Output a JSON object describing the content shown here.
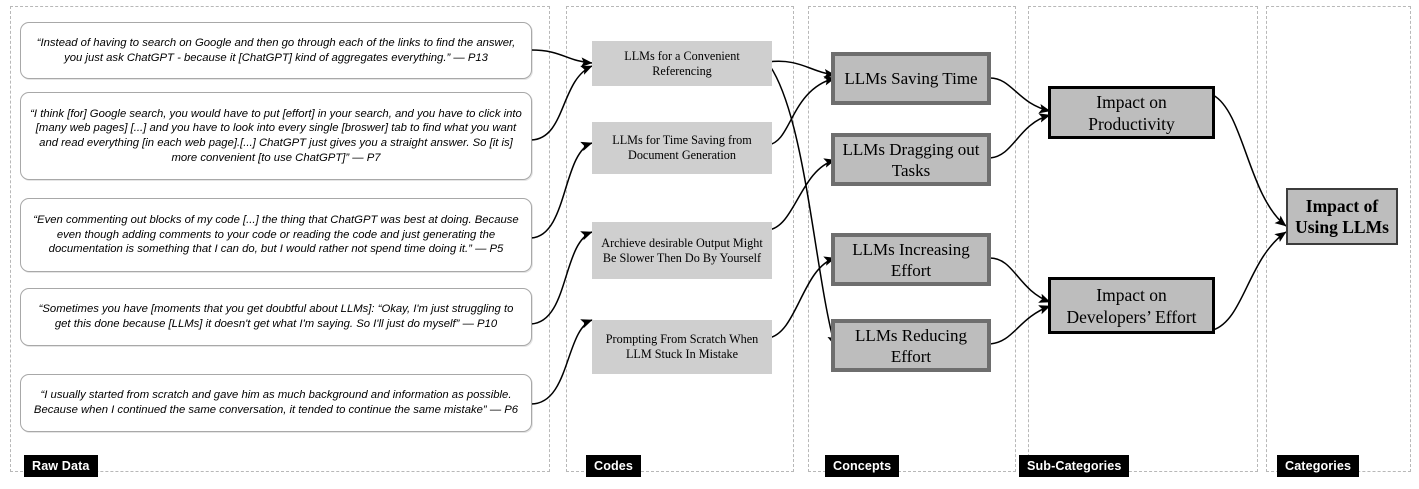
{
  "diagram": {
    "title": "Thematic analysis flow: Raw Data to Categories",
    "accent_colors": {
      "code_fill": "#cfcfcf",
      "concept_fill": "#bdbdbd",
      "concept_border": "#6e6e6e",
      "subcat_fill": "#bdbdbd",
      "subcat_border": "#000000",
      "category_fill": "#bdbdbd",
      "lane_border": "#b8b8b8",
      "tag_bg": "#000000",
      "tag_text": "#ffffff",
      "arrow": "#000000"
    }
  },
  "stages": [
    {
      "id": "raw-data",
      "label": "Raw Data"
    },
    {
      "id": "codes",
      "label": "Codes"
    },
    {
      "id": "concepts",
      "label": "Concepts"
    },
    {
      "id": "sub-categories",
      "label": "Sub-Categories"
    },
    {
      "id": "categories",
      "label": "Categories"
    }
  ],
  "raw_data": {
    "quotes": [
      {
        "id": "p13",
        "text": "“Instead of having to search on Google and then go through each of the links to find the answer, you just ask ChatGPT - because it [ChatGPT] kind of aggregates everything.” — P13",
        "participant": "P13"
      },
      {
        "id": "p7",
        "text": "“I think [for] Google search, you would have to put [effort] in your search, and you have to click into [many web pages] [...] and you have to look into every single [broswer] tab to find what you want and read everything [in each web page].[...] ChatGPT just gives you a straight answer. So [it is] more convenient [to use ChatGPT]” — P7",
        "participant": "P7"
      },
      {
        "id": "p5",
        "text": "“Even commenting out blocks of my code [...] the thing that ChatGPT was best at doing. Because even though adding comments to your code or reading the code and just generating the documentation is something that I can do, but I would rather not spend time doing it.” — P5",
        "participant": "P5"
      },
      {
        "id": "p10",
        "text": "“Sometimes you have [moments that you get doubtful about LLMs]: “Okay, I'm just struggling to get this done because [LLMs] it doesn't get what I'm saying. So I'll just do myself” — P10",
        "participant": "P10"
      },
      {
        "id": "p6",
        "text": "“I usually started from scratch and gave him as much background and information as possible. Because when I continued the same conversation, it tended to continue the same mistake” — P6",
        "participant": "P6"
      }
    ]
  },
  "codes": {
    "items": [
      {
        "id": "code-convenient-referencing",
        "label": "LLMs for a Convenient Referencing"
      },
      {
        "id": "code-time-saving-document-generation",
        "label": "LLMs for Time Saving from Document Generation"
      },
      {
        "id": "code-slower-than-by-yourself",
        "label": "Archieve desirable Output Might Be Slower Then Do By Yourself"
      },
      {
        "id": "code-prompting-from-scratch",
        "label": "Prompting From Scratch When LLM Stuck In Mistake"
      }
    ]
  },
  "concepts": {
    "items": [
      {
        "id": "concept-saving-time",
        "label": "LLMs Saving Time"
      },
      {
        "id": "concept-dragging-out-tasks",
        "label": "LLMs Dragging out Tasks"
      },
      {
        "id": "concept-increasing-effort",
        "label": "LLMs Increasing Effort"
      },
      {
        "id": "concept-reducing-effort",
        "label": "LLMs Reducing Effort"
      }
    ]
  },
  "sub_categories": {
    "items": [
      {
        "id": "subcat-productivity",
        "label": "Impact on Productivity"
      },
      {
        "id": "subcat-developers-effort",
        "label": "Impact on Developers’ Effort"
      }
    ]
  },
  "categories": {
    "items": [
      {
        "id": "category-impact-of-using-llms",
        "label": "Impact of Using LLMs"
      }
    ]
  },
  "connections": [
    {
      "from": "p13",
      "to": "code-convenient-referencing"
    },
    {
      "from": "p7",
      "to": "code-convenient-referencing"
    },
    {
      "from": "p5",
      "to": "code-time-saving-document-generation"
    },
    {
      "from": "p10",
      "to": "code-slower-than-by-yourself"
    },
    {
      "from": "p6",
      "to": "code-prompting-from-scratch"
    },
    {
      "from": "code-convenient-referencing",
      "to": "concept-saving-time"
    },
    {
      "from": "code-time-saving-document-generation",
      "to": "concept-saving-time"
    },
    {
      "from": "code-convenient-referencing",
      "to": "concept-reducing-effort"
    },
    {
      "from": "code-slower-than-by-yourself",
      "to": "concept-dragging-out-tasks"
    },
    {
      "from": "code-prompting-from-scratch",
      "to": "concept-increasing-effort"
    },
    {
      "from": "concept-saving-time",
      "to": "subcat-productivity"
    },
    {
      "from": "concept-dragging-out-tasks",
      "to": "subcat-productivity"
    },
    {
      "from": "concept-increasing-effort",
      "to": "subcat-developers-effort"
    },
    {
      "from": "concept-reducing-effort",
      "to": "subcat-developers-effort"
    },
    {
      "from": "subcat-productivity",
      "to": "category-impact-of-using-llms"
    },
    {
      "from": "subcat-developers-effort",
      "to": "category-impact-of-using-llms"
    }
  ]
}
